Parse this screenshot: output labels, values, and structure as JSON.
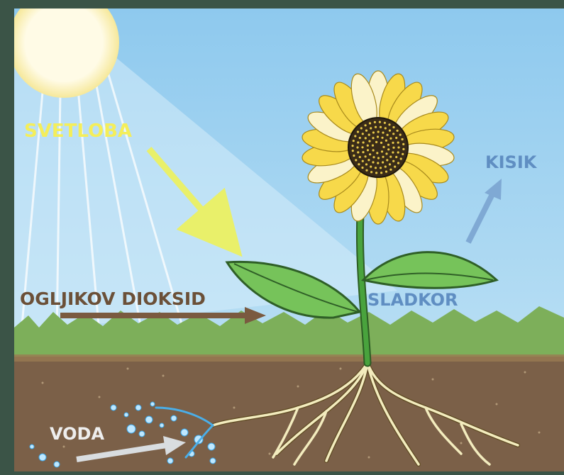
{
  "labels": {
    "light": "SVETLOBA",
    "co2": "OGLJIKOV DIOKSID",
    "oxygen": "KISIK",
    "sugar": "SLADKOR",
    "water": "VODA"
  },
  "colors": {
    "frame": "#3b5447",
    "sky": "#9fd0ee",
    "sun": "#fff8d8",
    "grass": "#7daf5a",
    "soil": "#7b6048",
    "light_label": "#f4ee5a",
    "co2_label": "#6b5038",
    "oxygen_label": "#5f8ec2",
    "sugar_label": "#5f8ec2",
    "water_label": "#eeeeee",
    "petal": "#f7d94a",
    "flower_center": "#3a2c18",
    "leaf": "#6fbf4e",
    "stem": "#3f8f3a",
    "root": "#f3ecbe"
  }
}
